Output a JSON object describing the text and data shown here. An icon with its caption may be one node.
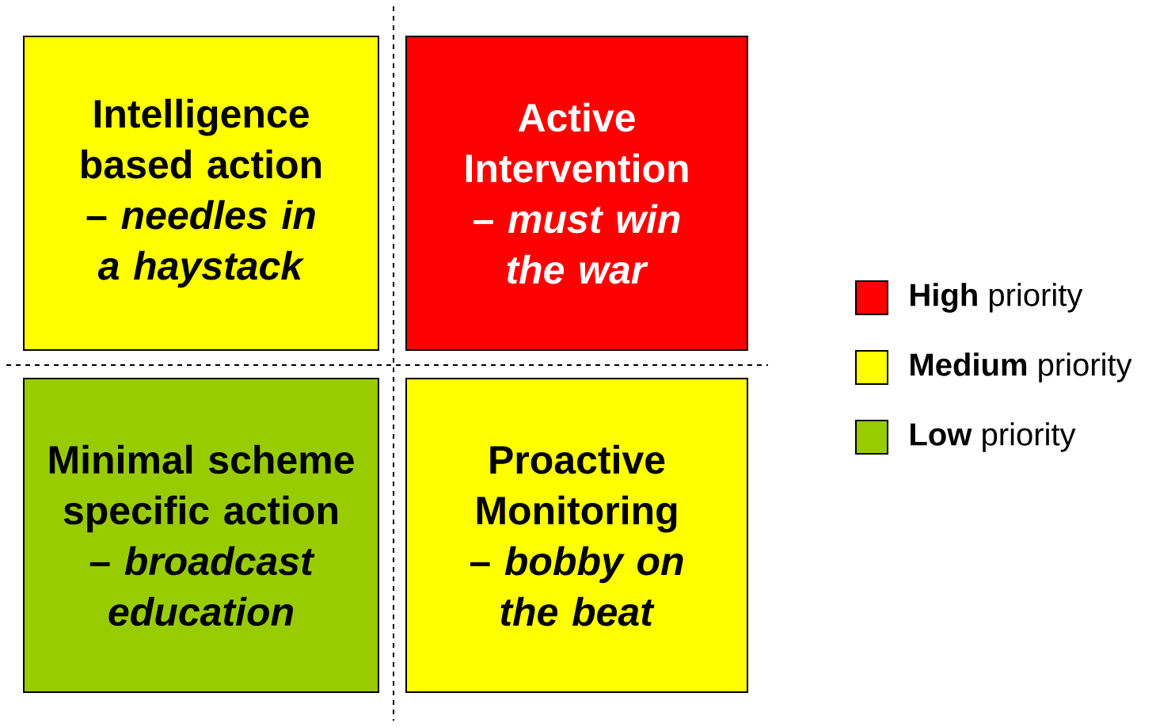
{
  "diagram": {
    "nodes": [
      {
        "text": [
          "Intelligence based action – *needles in a haystack*"
        ]
      },
      {
        "text": [
          "Active Intervention – *must win the war*"
        ]
      },
      {
        "text": [
          "Minimal scheme specific action – *broadcast education*"
        ]
      },
      {
        "text": [
          "Proactive Monitoring – *bobby on the beat*"
        ]
      }
    ],
    "legend": [
      {
        "text": "**High** priority",
        "color": "#ff0000"
      },
      {
        "text": "**Medium** priority",
        "color": "#ffff00"
      },
      {
        "text": "**Low** priority",
        "color": "#99cc00"
      }
    ]
  }
}
